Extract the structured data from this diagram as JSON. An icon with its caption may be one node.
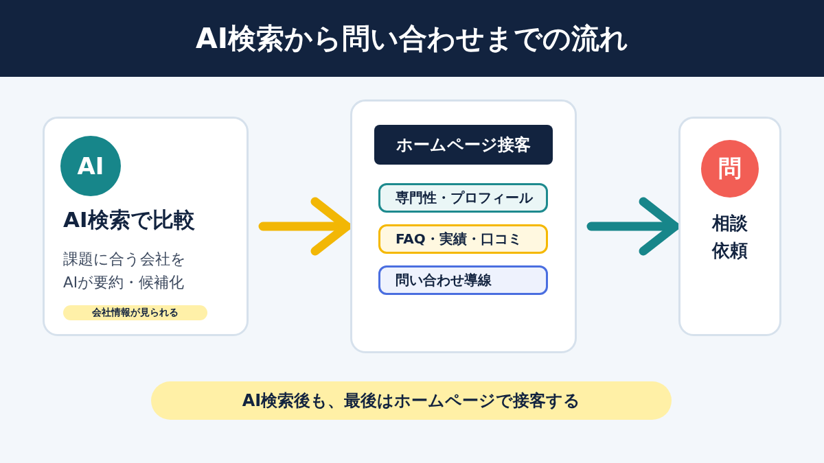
{
  "diagram": {
    "title": "AI検索から問い合わせまでの流れ",
    "nodes": [
      {
        "text": [
          "AI検索で比較",
          "課題に合う会社をAIが要約・候補化"
        ]
      },
      {
        "text": [
          "AI"
        ],
        "in": 0
      },
      {
        "text": [
          "会社情報が見られる"
        ],
        "in": 0
      },
      {
        "text": [],
        "shape": "box"
      },
      {
        "text": [
          "ホームページ接客"
        ],
        "in": 3
      },
      {
        "text": [
          "専門性・プロフィール"
        ],
        "in": 3
      },
      {
        "text": [
          "FAQ・実績・口コミ"
        ],
        "in": 3
      },
      {
        "text": [
          "問い合わせ導線"
        ],
        "in": 3
      },
      {
        "text": [
          "相談依頼"
        ]
      },
      {
        "text": [
          "問"
        ],
        "in": 8
      },
      {
        "text": [
          "AI検索後も、最後はホームページで接客する"
        ]
      }
    ],
    "edges": [
      {
        "from": 0,
        "to": 3,
        "arrow": "to",
        "color": "#f2b705"
      },
      {
        "from": 3,
        "to": 8,
        "arrow": "to",
        "color": "#17868a"
      }
    ]
  }
}
